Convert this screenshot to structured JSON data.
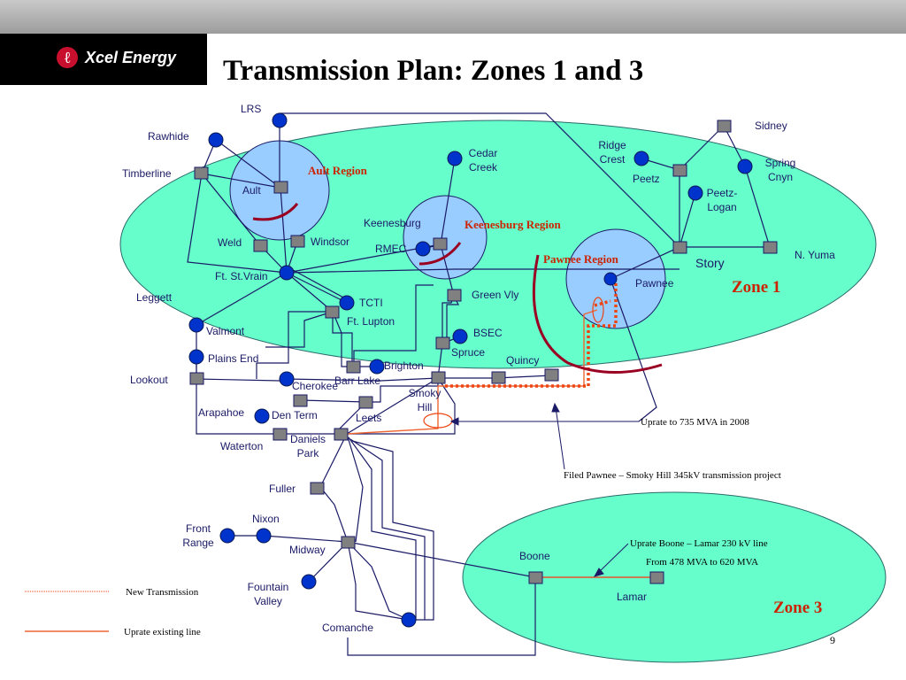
{
  "header": {
    "logo_text": "Xcel Energy",
    "logo_symbol": "ℓ",
    "title": "Transmission Plan: Zones 1 and 3"
  },
  "stations": {
    "lrs": "LRS",
    "rawhide": "Rawhide",
    "timberline": "Timberline",
    "ault": "Ault",
    "weld": "Weld",
    "windsor": "Windsor",
    "ft_st_vrain": "Ft. St.Vrain",
    "leggett": "Leggett",
    "tcti": "TCTI",
    "ft_lupton": "Ft. Lupton",
    "valmont": "Valmont",
    "plains_end": "Plains End",
    "lookout": "Lookout",
    "cherokee": "Cherokee",
    "barr_lake": "Barr Lake",
    "brighton": "Brighton",
    "arapahoe": "Arapahoe",
    "den_term": "Den Term",
    "leets": "Leets",
    "waterton": "Waterton",
    "daniels_park": "Daniels Park",
    "smoky_hill": "Smoky Hill",
    "cedar_creek": "Cedar Creek",
    "keenesburg": "Keenesburg",
    "rmec": "RMEC",
    "green_vly": "Green Vly",
    "bsec": "BSEC",
    "spruce": "Spruce",
    "quincy": "Quincy",
    "ridge_crest": "Ridge Crest",
    "peetz": "Peetz",
    "peetz_logan": "Peetz- Logan",
    "sidney": "Sidney",
    "spring_cnyn": "Spring Cnyn",
    "n_yuma": "N. Yuma",
    "story": "Story",
    "pawnee": "Pawnee",
    "fuller": "Fuller",
    "front_range": "Front Range",
    "nixon": "Nixon",
    "midway": "Midway",
    "fountain_valley": "Fountain Valley",
    "comanche": "Comanche",
    "boone": "Boone",
    "lamar": "Lamar"
  },
  "regions": {
    "ault": "Ault Region",
    "keenesburg": "Keenesburg Region",
    "pawnee": "Pawnee Region"
  },
  "zones": {
    "zone1": "Zone 1",
    "zone3": "Zone 3"
  },
  "annotations": {
    "uprate_735": "Uprate to 735 MVA in 2008",
    "filed_pawnee": "Filed Pawnee – Smoky Hill 345kV transmission project",
    "boone_lamar_line1": "Uprate Boone – Lamar 230 kV line",
    "boone_lamar_line2": "From 478 MVA to 620 MVA"
  },
  "legend": {
    "new_transmission": "New Transmission",
    "uprate_existing": "Uprate existing line"
  },
  "colors": {
    "zone_fill": "#66ffcc",
    "region_fill": "#99ccff",
    "node_blue": "#0033cc",
    "sub_gray": "#808080",
    "line_navy": "#1a1a66",
    "new_transmission": "#ee4411",
    "uprate_line": "#ee6633",
    "region_arc": "#990022",
    "label_red": "#cc2200"
  },
  "page_number": "9"
}
